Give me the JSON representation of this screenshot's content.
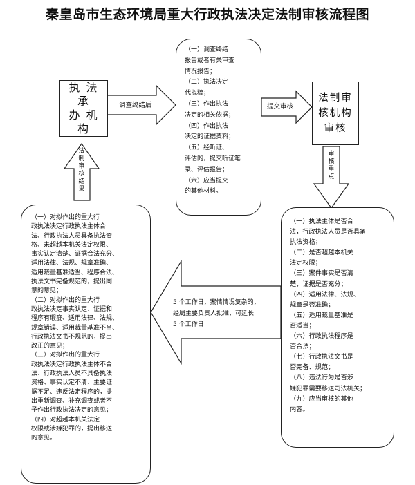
{
  "title": "秦皇岛市生态环境局重大行政执法决定法制审核流程图",
  "nodes": {
    "undertaking": "执 法 承\n办 机 构",
    "materials": "（一）调查终结\n报告或者有关审查\n情况报告；\n（二）执法决定\n代拟稿；\n（三）作出执法\n决定的相关依据；\n（四）作出执法\n决定的证据资料；\n（五）经听证、\n评估的，提交听证笔\n录、评估报告；\n（六）应当提交\n的其他材料。",
    "review_body": "法制审\n核机构\n审核",
    "review_points": "（一）执法主体是否合\n法，行政执法人员是否具备\n执法资格；\n（二）是否超越本机关\n法定权限；\n（三）案件事实是否清\n楚，证据是否充分；\n（四）适用法律、法规、\n规章是否准确；\n（五）适用裁量基准是\n否适当；\n（六）行政执法程序是\n否合法；\n（七）行政执法文书是\n否完备、规范；\n（八）违法行为是否涉\n嫌犯罪需要移送司法机关；\n（九）应当审核的其他\n内容。",
    "results": "（一）对拟作出的重大行\n政执法决定行政执法主体合\n法、行政执法人员具备执法资\n格、未超越本机关法定权限、\n事实认定清楚、证据合法充分、\n适用法律、法规、规章准确、\n适用裁量基准适当、程序合法、\n执法文书完备规范的，提出同\n意的意见；\n（二）对拟作出的重大行\n政执法决定事实认定、证据和\n程序有瑕疵、适用法律、法规、\n规章错误、适用裁量基准不当、\n行政执法文书不规范的，提出\n改正的意见；\n（三）对拟作出的重大行\n政执法决定行政执法主体不合\n法、行政执法人员不具备执法\n资格、事实认定不清、主要证\n据不足、违反法定程序的，提\n出重新调查、补充调查或者不\n予作出行政执法决定的意见；\n（四）对超越本机关法定\n权限或涉嫌犯罪的，提出移送\n的意见。"
  },
  "arrows": {
    "submit_after_investigation": "调查终结后",
    "submit_for_review": "提交审核",
    "review_key_points": "审核重点",
    "review_result": "法制审核结果",
    "time_limit": "5 个工作日，案情情况复杂的，\n经局主要负责人批准，可延长\n5 个工作日"
  }
}
